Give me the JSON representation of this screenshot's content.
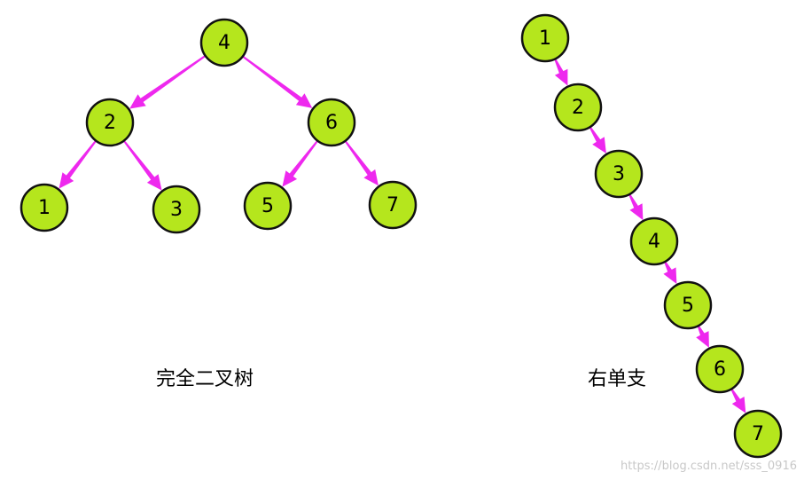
{
  "colors": {
    "node_fill": "#b5e61d",
    "node_stroke": "#111111",
    "edge": "#ee28ee",
    "text": "#000000",
    "watermark": "#c8c8c8"
  },
  "diagrams": {
    "complete_tree": {
      "caption": "完全二叉树",
      "nodes": [
        "4",
        "2",
        "6",
        "1",
        "3",
        "5",
        "7"
      ],
      "edges": [
        [
          "4",
          "2"
        ],
        [
          "4",
          "6"
        ],
        [
          "2",
          "1"
        ],
        [
          "2",
          "3"
        ],
        [
          "6",
          "5"
        ],
        [
          "6",
          "7"
        ]
      ]
    },
    "right_skewed": {
      "caption": "右单支",
      "nodes": [
        "1",
        "2",
        "3",
        "4",
        "5",
        "6",
        "7"
      ],
      "edges": [
        [
          "1",
          "2"
        ],
        [
          "2",
          "3"
        ],
        [
          "3",
          "4"
        ],
        [
          "4",
          "5"
        ],
        [
          "5",
          "6"
        ],
        [
          "6",
          "7"
        ]
      ]
    }
  },
  "watermark": "https://blog.csdn.net/sss_0916"
}
